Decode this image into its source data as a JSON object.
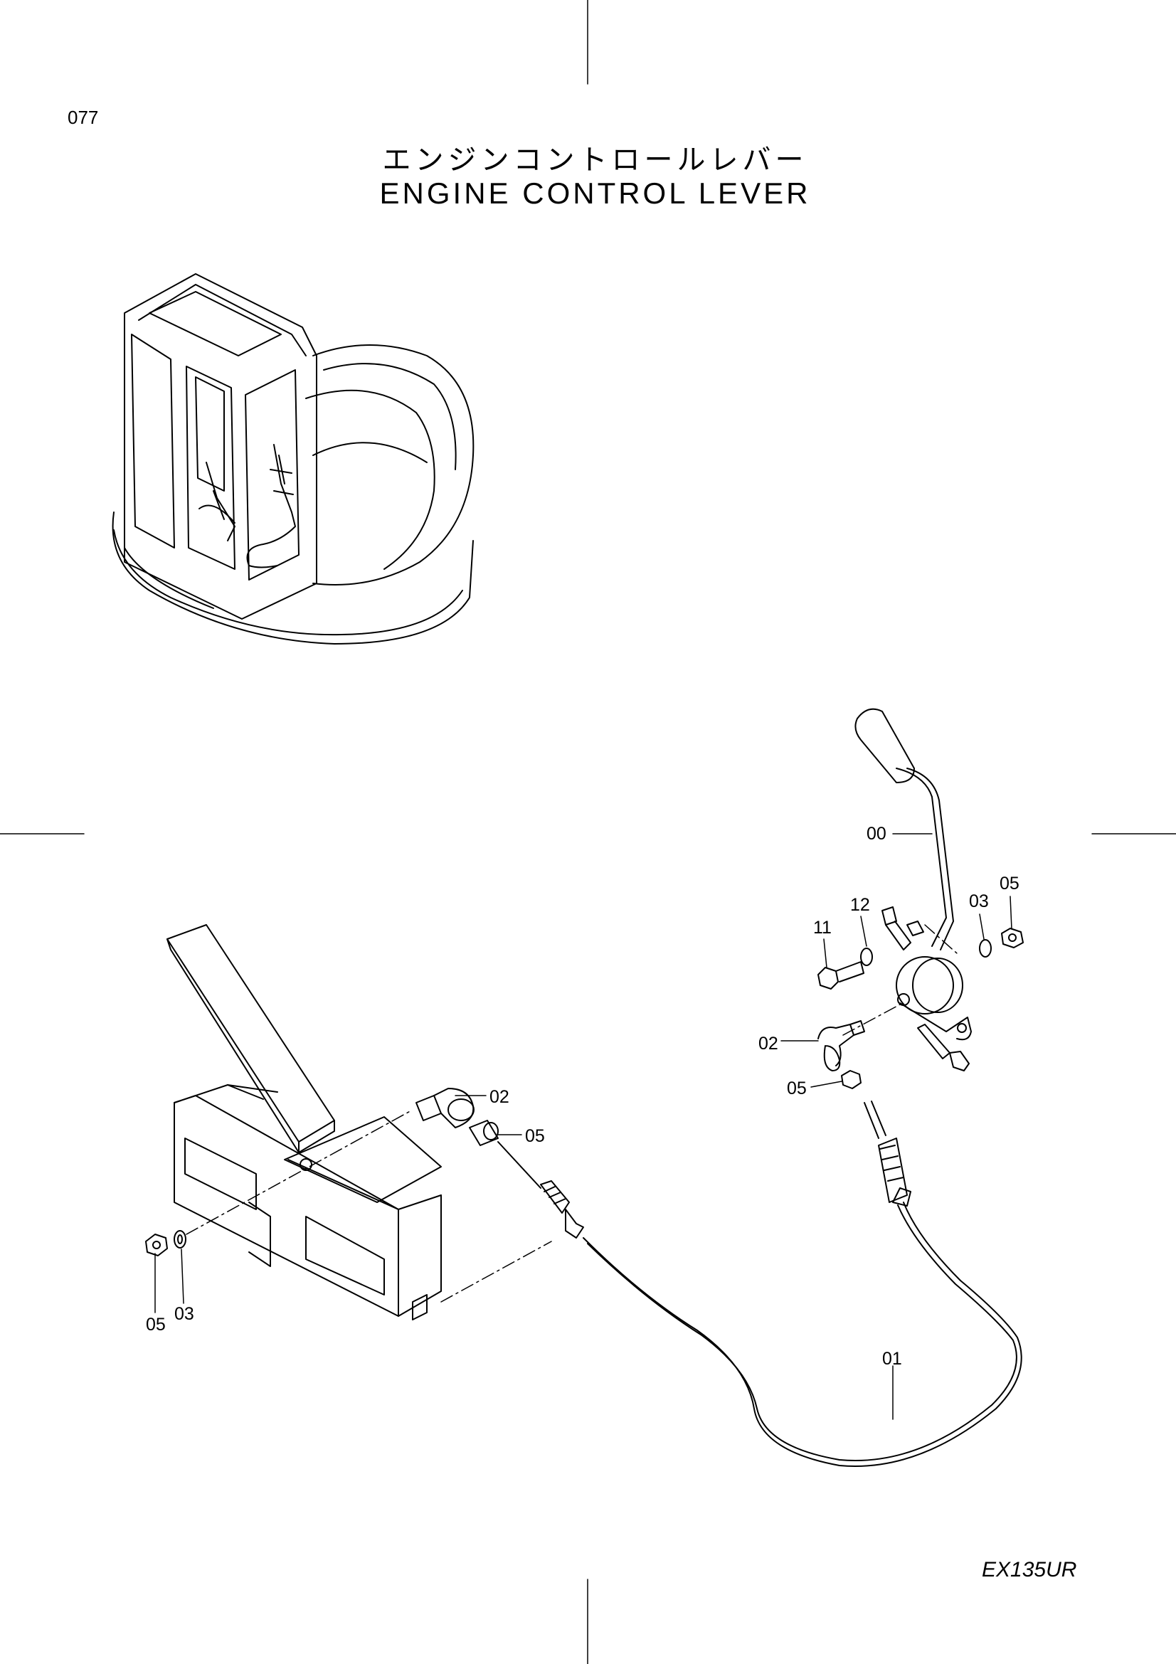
{
  "page": {
    "number": "077",
    "model": "EX135UR"
  },
  "title": {
    "jp": "エンジンコントロールレバー",
    "en": "ENGINE  CONTROL  LEVER"
  },
  "callouts": {
    "lever": "00",
    "cable": "01",
    "joint_right": "02",
    "joint_left": "02",
    "nut_top": "05",
    "washer_top": "03",
    "washer_12": "12",
    "bolt_11": "11",
    "nut_right": "05",
    "nut_left": "05",
    "nut_bottom": "05",
    "washer_bottom": "03"
  },
  "colors": {
    "ink": "#000000",
    "paper": "#ffffff"
  }
}
